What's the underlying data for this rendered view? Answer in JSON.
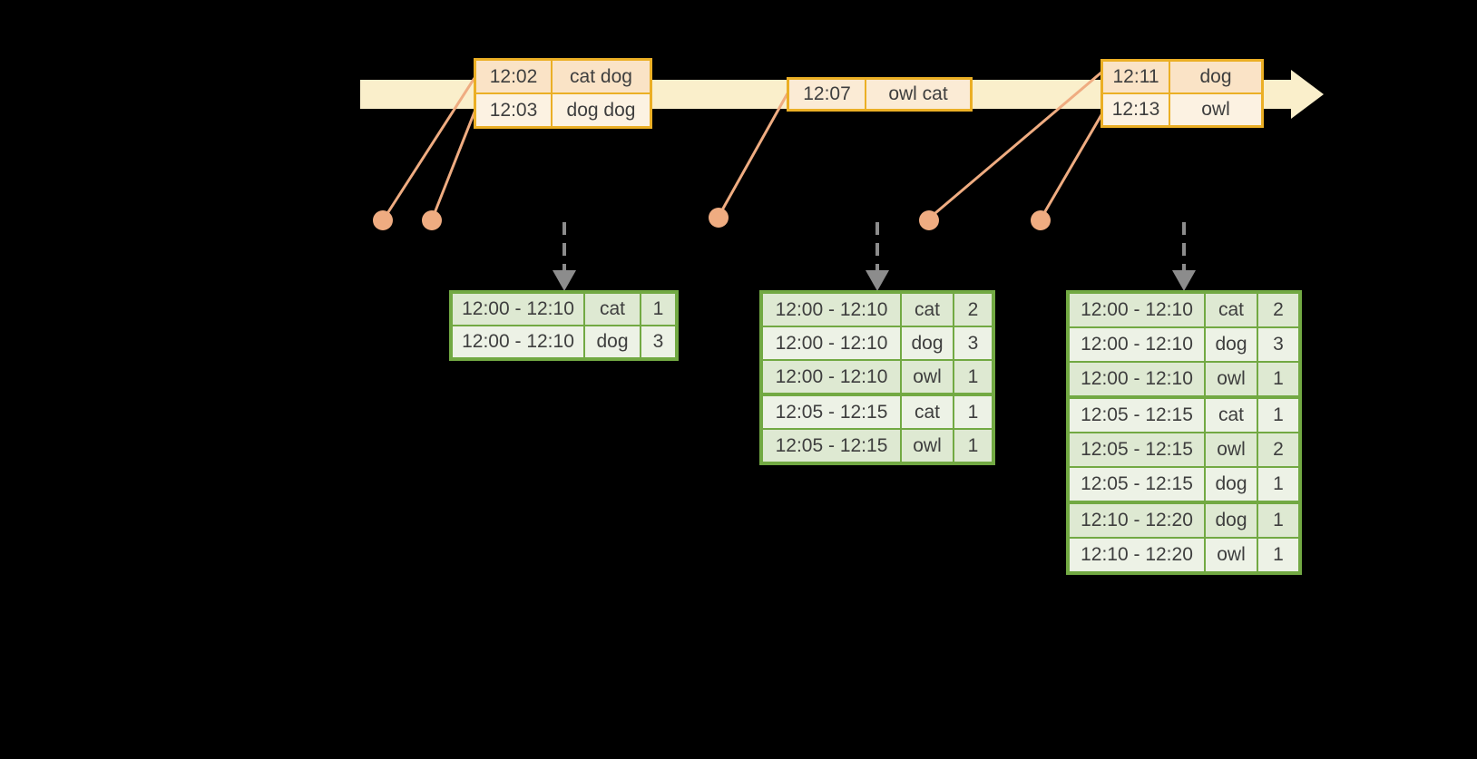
{
  "colors": {
    "background": "#000000",
    "timeline_band": "#FAEFCB",
    "event_table_border": "#EBAF25",
    "event_row_peach": "#FAE3C6",
    "event_row_cream": "#FCF2E2",
    "result_table_border": "#72A943",
    "result_row_dark": "#DEE9D2",
    "result_row_light": "#EDF2E6",
    "connector_salmon": "#EFAC81",
    "arrow_gray": "#8C8C8C",
    "text": "#3E3E3E"
  },
  "timeline": {
    "event_tables": [
      {
        "rows": [
          {
            "time": "12:02",
            "words": "cat dog"
          },
          {
            "time": "12:03",
            "words": "dog dog"
          }
        ]
      },
      {
        "rows": [
          {
            "time": "12:07",
            "words": "owl cat"
          }
        ]
      },
      {
        "rows": [
          {
            "time": "12:11",
            "words": "dog"
          },
          {
            "time": "12:13",
            "words": "owl"
          }
        ]
      }
    ]
  },
  "result_tables": [
    {
      "rows": [
        {
          "window": "12:00 - 12:10",
          "word": "cat",
          "count": "1"
        },
        {
          "window": "12:00 - 12:10",
          "word": "dog",
          "count": "3"
        }
      ]
    },
    {
      "rows": [
        {
          "window": "12:00 - 12:10",
          "word": "cat",
          "count": "2"
        },
        {
          "window": "12:00 - 12:10",
          "word": "dog",
          "count": "3"
        },
        {
          "window": "12:00 - 12:10",
          "word": "owl",
          "count": "1"
        },
        {
          "window": "12:05 - 12:15",
          "word": "cat",
          "count": "1"
        },
        {
          "window": "12:05 - 12:15",
          "word": "owl",
          "count": "1"
        }
      ]
    },
    {
      "rows": [
        {
          "window": "12:00 - 12:10",
          "word": "cat",
          "count": "2"
        },
        {
          "window": "12:00 - 12:10",
          "word": "dog",
          "count": "3"
        },
        {
          "window": "12:00 - 12:10",
          "word": "owl",
          "count": "1"
        },
        {
          "window": "12:05 - 12:15",
          "word": "cat",
          "count": "1"
        },
        {
          "window": "12:05 - 12:15",
          "word": "owl",
          "count": "2"
        },
        {
          "window": "12:05 - 12:15",
          "word": "dog",
          "count": "1"
        },
        {
          "window": "12:10 - 12:20",
          "word": "dog",
          "count": "1"
        },
        {
          "window": "12:10 - 12:20",
          "word": "owl",
          "count": "1"
        }
      ]
    }
  ]
}
